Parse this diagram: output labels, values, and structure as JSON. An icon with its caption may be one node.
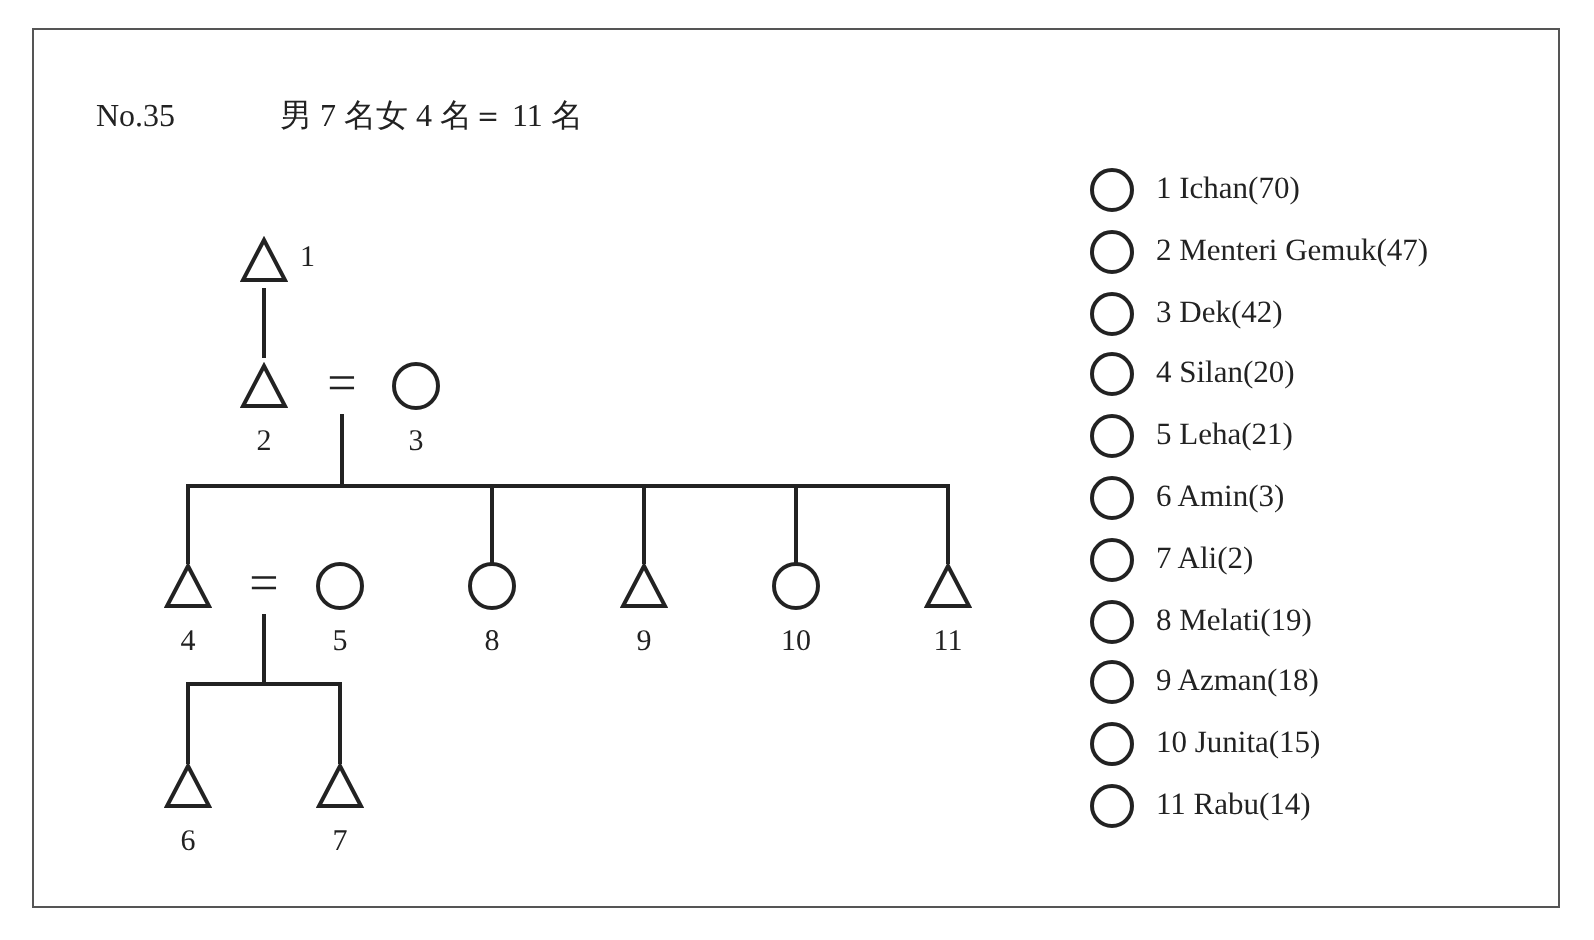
{
  "diagram": {
    "nodes": [
      {
        "text": [
          "1"
        ]
      },
      {
        "text": [
          "2"
        ]
      },
      {
        "text": [
          "="
        ]
      },
      {
        "text": [
          "3"
        ]
      },
      {
        "text": [
          "4"
        ]
      },
      {
        "text": [
          "="
        ]
      },
      {
        "text": [
          "5"
        ]
      },
      {
        "text": [
          "8"
        ]
      },
      {
        "text": [
          "9"
        ]
      },
      {
        "text": [
          "10"
        ]
      },
      {
        "text": [
          "11"
        ]
      },
      {
        "text": [
          "6"
        ]
      },
      {
        "text": [
          "7"
        ]
      }
    ],
    "edges": [
      {
        "from": 0,
        "to": 1,
        "arrow": "none"
      },
      {
        "from": 2,
        "to": 4,
        "arrow": "none"
      },
      {
        "from": 2,
        "to": 7,
        "arrow": "none"
      },
      {
        "from": 2,
        "to": 8,
        "arrow": "none"
      },
      {
        "from": 2,
        "to": 9,
        "arrow": "none"
      },
      {
        "from": 2,
        "to": 10,
        "arrow": "none"
      },
      {
        "from": 5,
        "to": 11,
        "arrow": "none"
      },
      {
        "from": 5,
        "to": 12,
        "arrow": "none"
      }
    ],
    "labels": [
      "No.35",
      "男 7 名女 4 名＝ 11 名"
    ],
    "legend": [
      {
        "text": "1 Ichan(70)"
      },
      {
        "text": "2 Menteri Gemuk(47)"
      },
      {
        "text": "3 Dek(42)"
      },
      {
        "text": "4 Silan(20)"
      },
      {
        "text": "5 Leha(21)"
      },
      {
        "text": "6 Amin(3)"
      },
      {
        "text": "7 Ali(2)"
      },
      {
        "text": "8 Melati(19)"
      },
      {
        "text": "9 Azman(18)"
      },
      {
        "text": "10 Junita(15)"
      },
      {
        "text": "11 Rabu(14)"
      }
    ]
  }
}
